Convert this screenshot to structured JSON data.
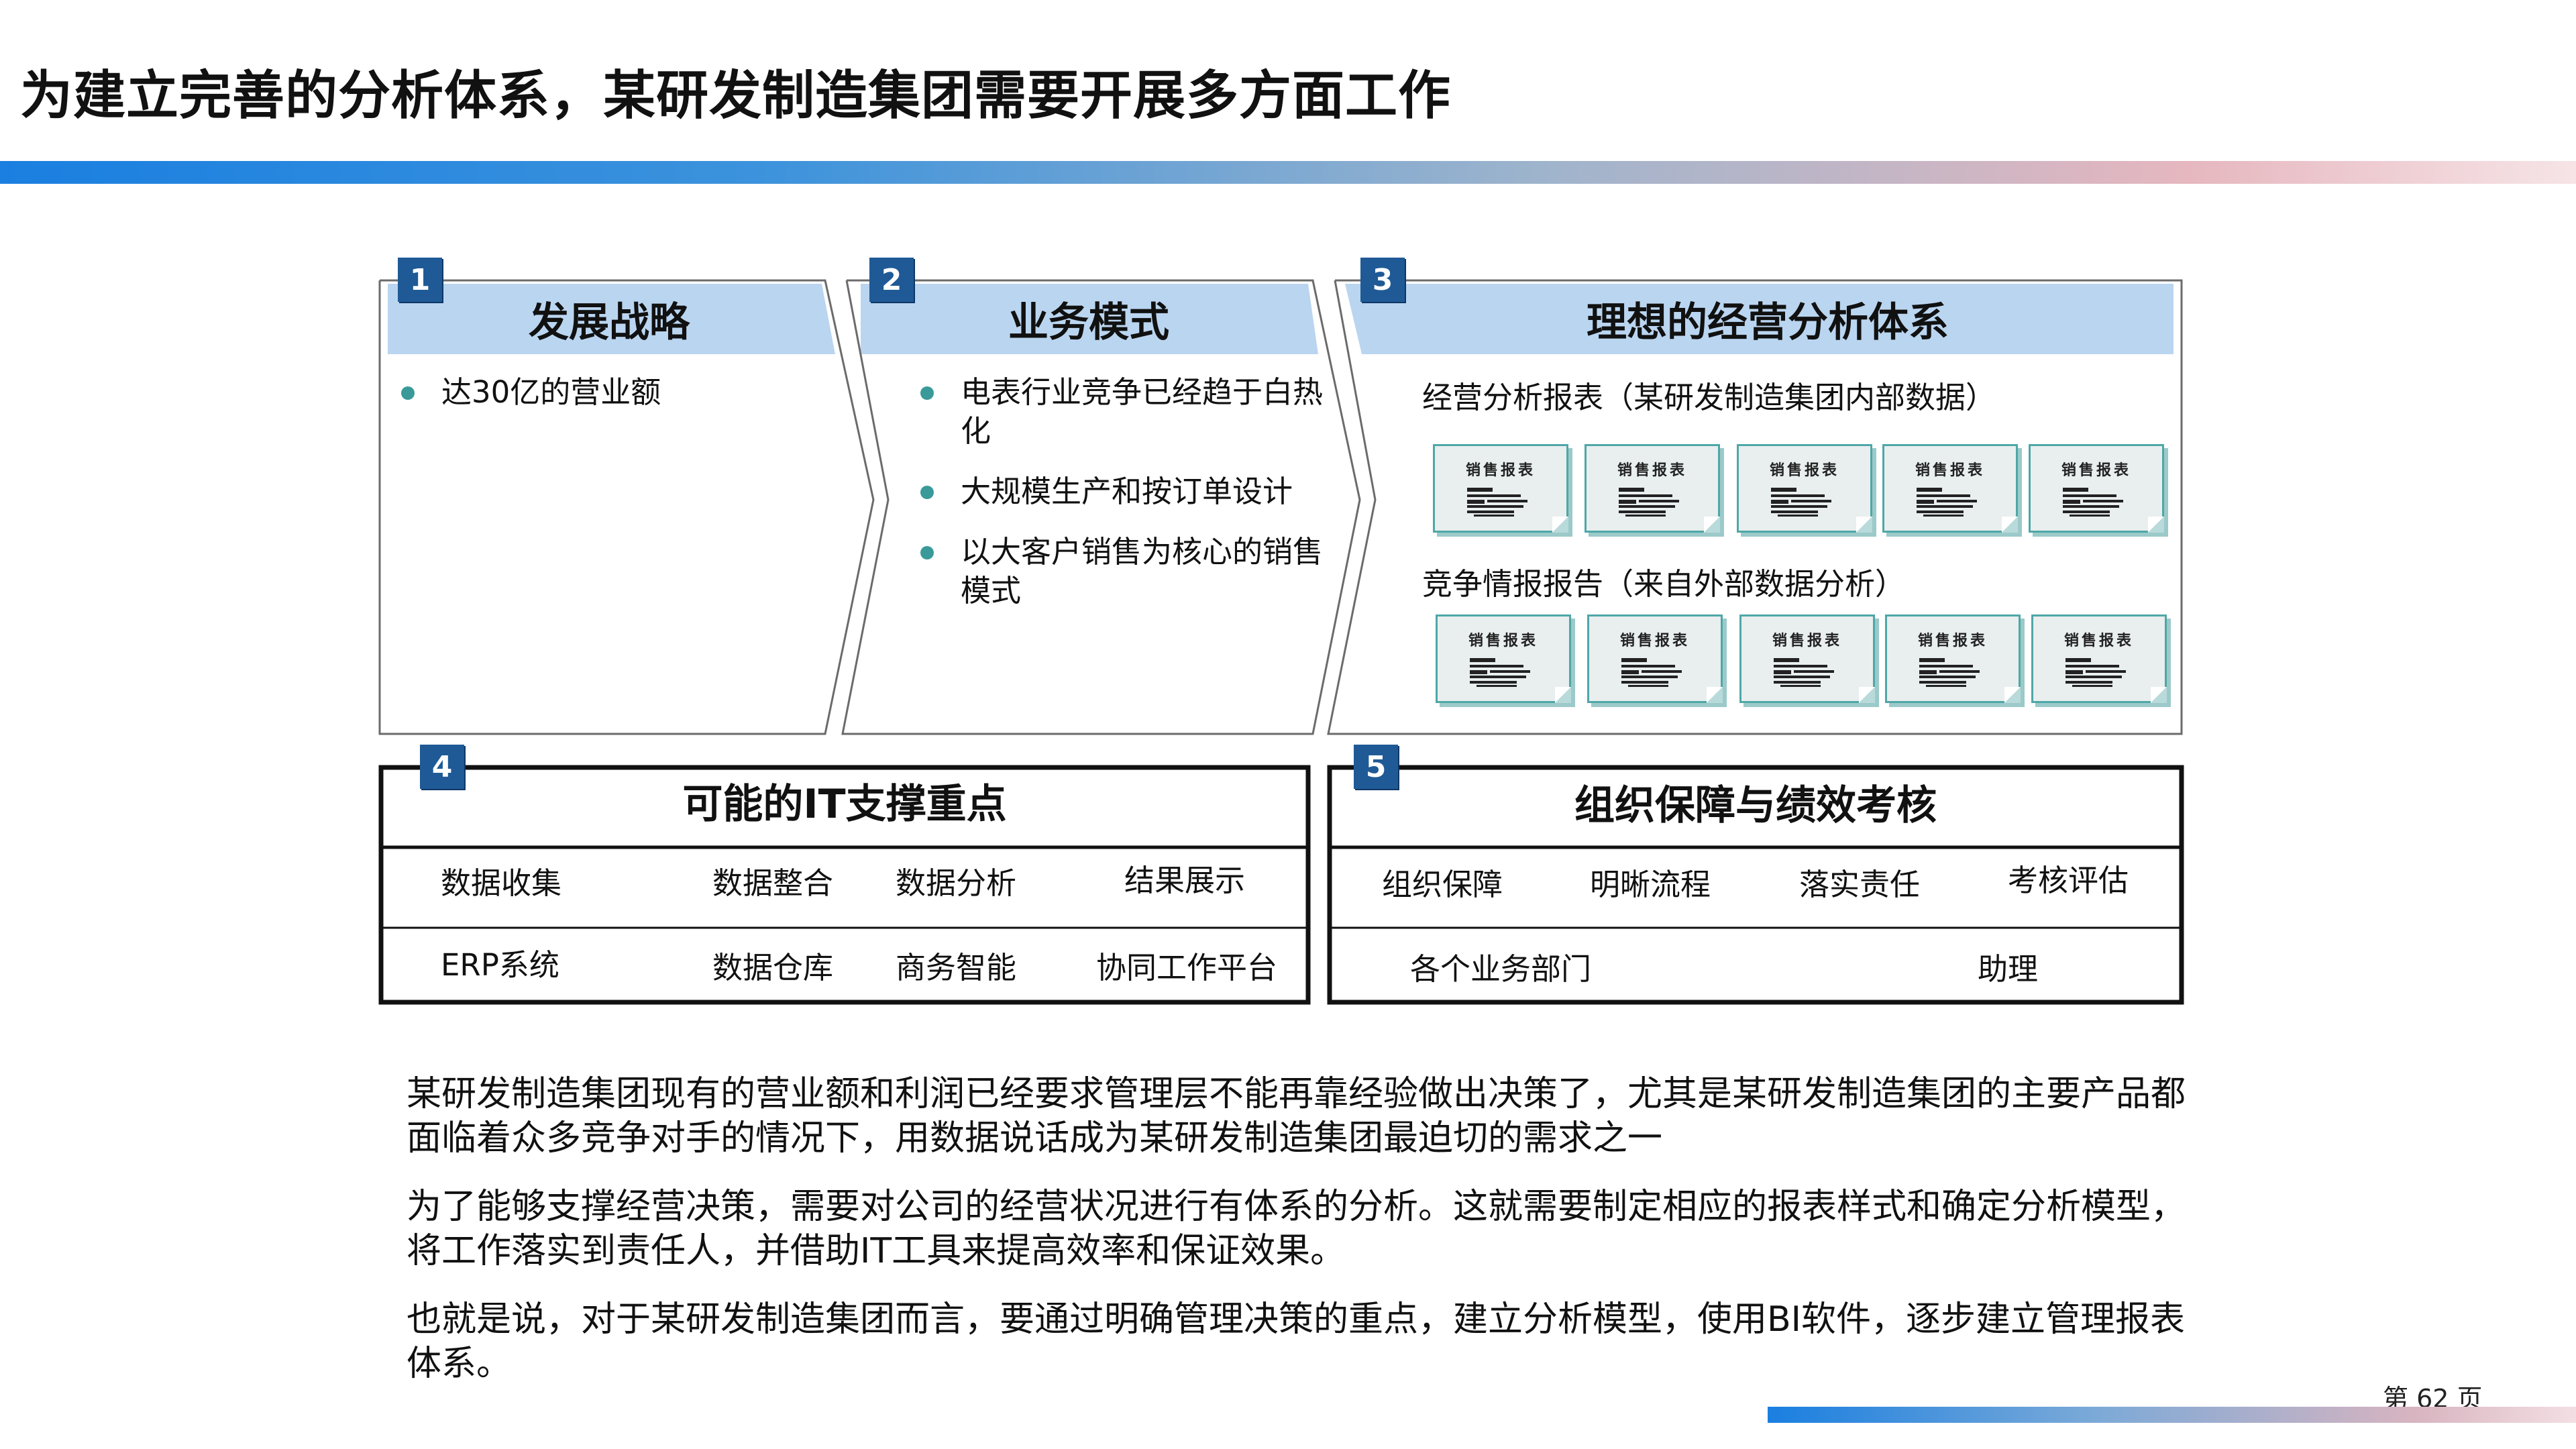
{
  "page": {
    "title": "为建立完善的分析体系，某研发制造集团需要开展多方面工作",
    "page_number": "第 62 页"
  },
  "panels": {
    "p1": {
      "badge": "1",
      "title": "发展战略",
      "bullets": [
        "达30亿的营业额"
      ]
    },
    "p2": {
      "badge": "2",
      "title": "业务模式",
      "bullets": [
        "电表行业竞争已经趋于白热化",
        "大规模生产和按订单设计",
        "以大客户销售为核心的销售模式"
      ]
    },
    "p3": {
      "badge": "3",
      "title": "理想的经营分析体系",
      "sub1": "经营分析报表（某研发制造集团内部数据）",
      "sub2": "竞争情报报告（来自外部数据分析）",
      "thumb_label": "销售报表",
      "thumb_icon": "report-document-icon"
    },
    "p4": {
      "badge": "4",
      "title": "可能的IT支撑重点",
      "row1": [
        "数据收集",
        "数据整合",
        "数据分析",
        "结果展示"
      ],
      "row2": [
        "ERP系统",
        "数据仓库",
        "商务智能",
        "协同工作平台"
      ]
    },
    "p5": {
      "badge": "5",
      "title": "组织保障与绩效考核",
      "row1": [
        "组织保障",
        "明晰流程",
        "落实责任",
        "考核评估"
      ],
      "row2": [
        "各个业务部门",
        "助理"
      ]
    }
  },
  "paragraphs": [
    "某研发制造集团现有的营业额和利润已经要求管理层不能再靠经验做出决策了，尤其是某研发制造集团的主要产品都面临着众多竞争对手的情况下，用数据说话成为某研发制造集团最迫切的需求之一",
    "为了能够支撑经营决策，需要对公司的经营状况进行有体系的分析。这就需要制定相应的报表样式和确定分析模型，将工作落实到责任人，并借助IT工具来提高效率和保证效果。",
    "也就是说，对于某研发制造集团而言，要通过明确管理决策的重点，建立分析模型，使用BI软件，逐步建立管理报表体系。"
  ],
  "colors": {
    "accent_blue": "#1a7fe0",
    "header_fill": "#bad5f0",
    "badge": "#1f5a96",
    "bullet": "#3a9a9a",
    "thumb_border": "#4fa7a7"
  }
}
